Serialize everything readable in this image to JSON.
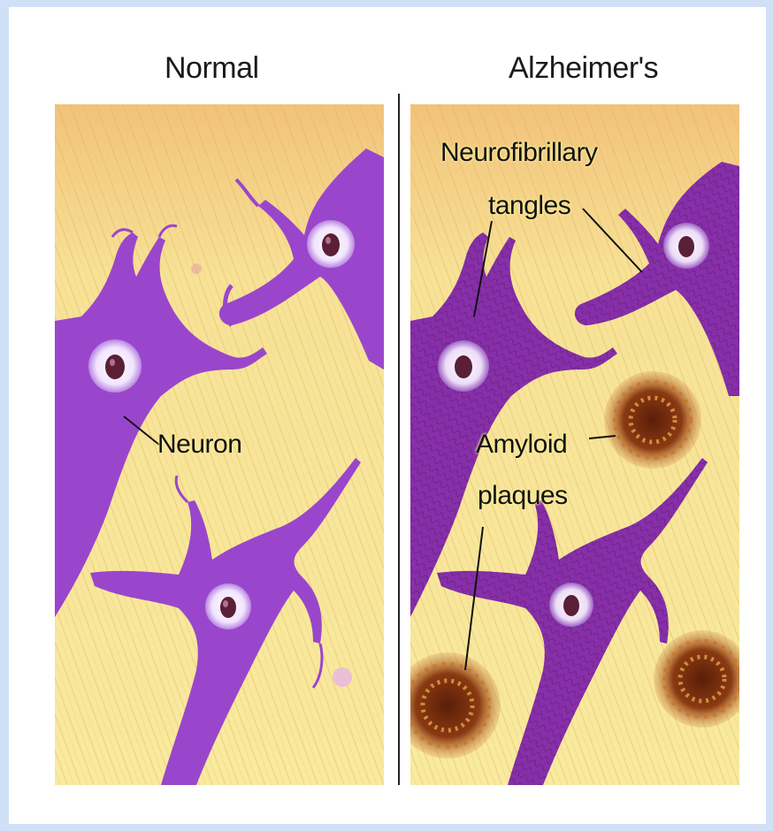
{
  "titles": {
    "normal": "Normal",
    "alzheimers": "Alzheimer's"
  },
  "labels": {
    "neuron": "Neuron",
    "tangles_line1": "Neurofibrillary",
    "tangles_line2": "tangles",
    "plaques_line1": "Amyloid",
    "plaques_line2": "plaques"
  },
  "colors": {
    "page_background": "#cfe0f7",
    "tissue": "#f6e690",
    "tissue_fiber": "#e6b968",
    "neuron": "#9a46cc",
    "neuron_diseased": "#862fa8",
    "plaque": "#8a3a12"
  }
}
